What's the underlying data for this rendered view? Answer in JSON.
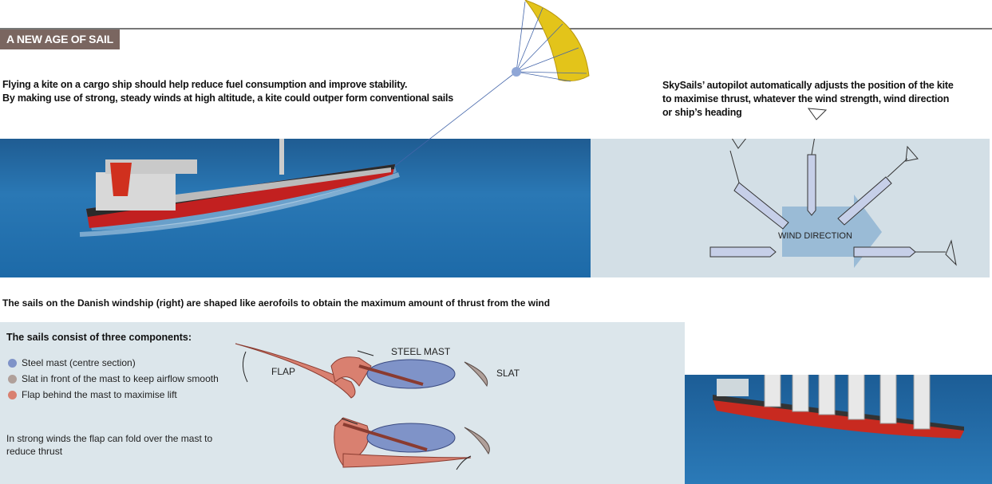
{
  "title": "A NEW AGE OF SAIL",
  "intro": {
    "line1": "Flying a kite on a cargo ship should help reduce fuel consumption and improve stability.",
    "line2": "By making use of strong, steady winds at high altitude, a kite could outper form conventional sails"
  },
  "skysails": {
    "text": "SkySails’ autopilot automatically adjusts the position of the kite to maximise thrust, whatever the wind strength, wind direction or ship’s heading",
    "wind_label": "WIND DIRECTION"
  },
  "caption": "The sails on the Danish windship (right) are shaped like aerofoils to obtain the maximum amount of thrust from the wind",
  "components": {
    "heading": "The sails consist of three components:",
    "items": [
      {
        "label": "Steel mast (centre section)",
        "color": "#7f93c8"
      },
      {
        "label": "Slat in front of the mast to keep airflow smooth",
        "color": "#b0a09a"
      },
      {
        "label": "Flap behind the mast to maximise lift",
        "color": "#d98070"
      }
    ],
    "note": "In strong winds the flap can fold over the mast to reduce thrust"
  },
  "diagram_labels": {
    "flap": "FLAP",
    "mast": "STEEL MAST",
    "slat": "SLAT"
  }
}
